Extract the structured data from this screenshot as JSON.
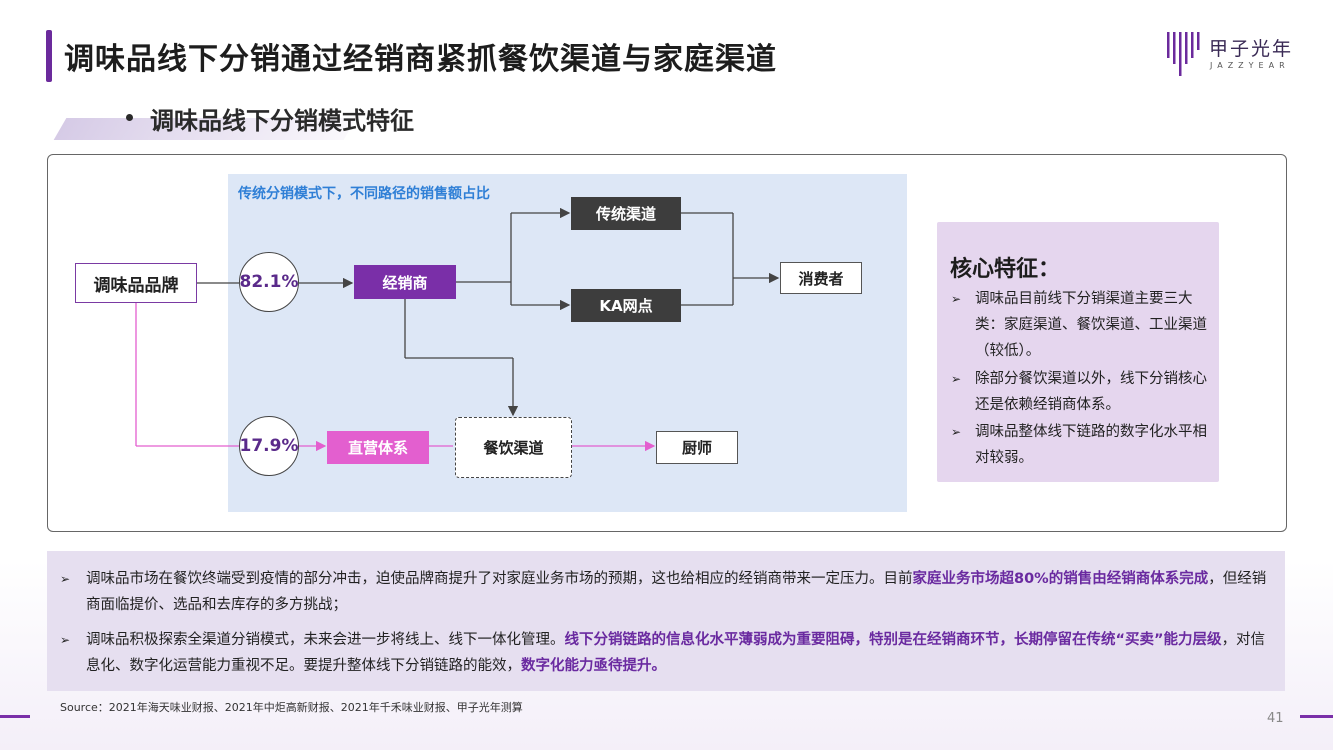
{
  "header": {
    "title": "调味品线下分销通过经销商紧抓餐饮渠道与家庭渠道",
    "logo_text": "甲子光年",
    "logo_sub": "JAZZYEAR"
  },
  "section": {
    "subtitle": "调味品线下分销模式特征"
  },
  "diagram": {
    "caption": "传统分销模式下，不同路径的销售额占比",
    "nodes": {
      "brand": "调味品品牌",
      "pct_dealer": "82.1%",
      "dealer": "经销商",
      "traditional": "传统渠道",
      "ka": "KA网点",
      "consumer": "消费者",
      "pct_direct": "17.9%",
      "direct": "直营体系",
      "catering": "餐饮渠道",
      "chef": "厨师"
    }
  },
  "core": {
    "title": "核心特征：",
    "items": [
      "调味品目前线下分销渠道主要三大类：家庭渠道、餐饮渠道、工业渠道（较低）。",
      "除部分餐饮渠道以外，线下分销核心还是依赖经销商体系。",
      "调味品整体线下链路的数字化水平相对较弱。"
    ]
  },
  "bullets": [
    {
      "p1": "调味品市场在餐饮终端受到疫情的部分冲击，迫使品牌商提升了对家庭业务市场的预期，这也给相应的经销商带来一定压力。目前",
      "h1": "家庭业务市场超80%的销售由经销商体系完成",
      "p2": "，但经销商面临提价、选品和去库存的多方挑战；",
      "h2": "",
      "p3": "",
      "h3": ""
    },
    {
      "p1": "调味品积极探索全渠道分销模式，未来会进一步将线上、线下一体化管理。",
      "h1": "线下分销链路的信息化水平薄弱成为重要阻碍，特别是在经销商环节，长期停留在传统“买卖”能力层级",
      "p2": "，对信息化、数字化运营能力重视不足。要提升整体线下分销链路的能效，",
      "h2": "数字化能力亟待提升。",
      "p3": "",
      "h3": ""
    }
  ],
  "footer": {
    "source": "Source：2021年海天味业财报、2021年中炬高新财报、2021年千禾味业财报、甲子光年测算",
    "page": "41"
  },
  "colors": {
    "accent": "#7a2fa8",
    "pink": "#e35fcf",
    "dark_box": "#3d3d3d",
    "diagram_bg": "#dde7f6",
    "caption_blue": "#2f7fd6"
  }
}
